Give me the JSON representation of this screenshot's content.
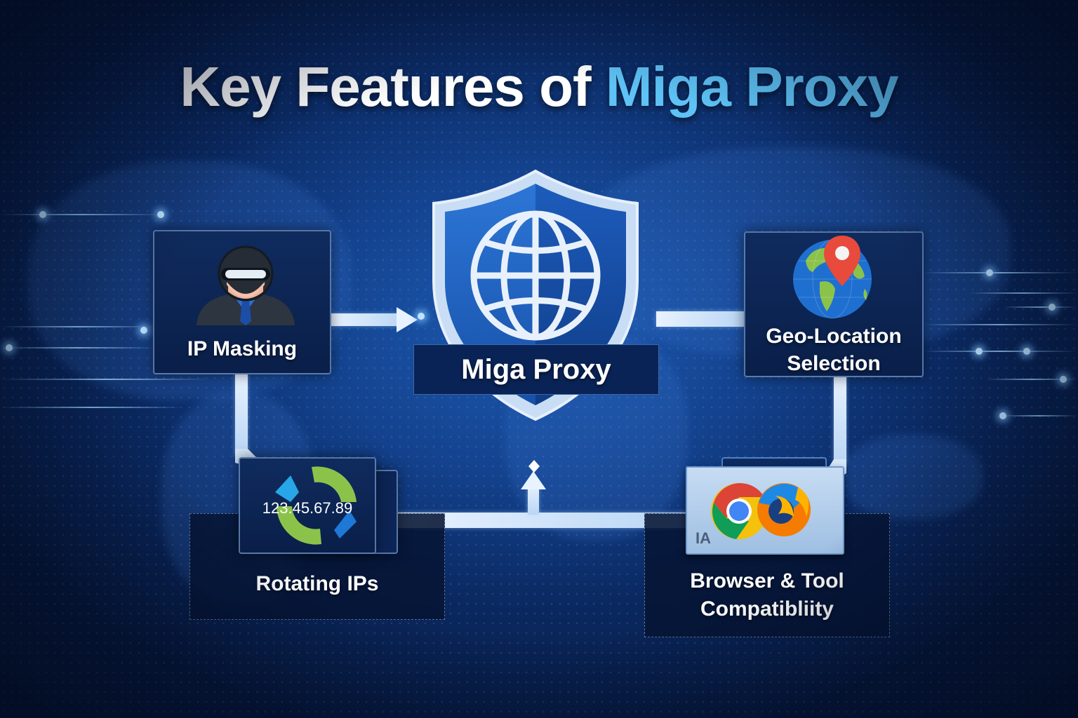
{
  "title": {
    "prefix": "Key Features of ",
    "accent": "Miga Proxy",
    "accent_color": "#5ec2f5"
  },
  "center": {
    "label": "Miga Proxy",
    "icon": "shield-globe-icon"
  },
  "features": [
    {
      "id": "ip-masking",
      "label": "IP Masking",
      "icon": "masked-person-icon"
    },
    {
      "id": "geo-location",
      "label_line1": "Geo-Location",
      "label_line2": "Selection",
      "icon": "globe-location-pin-icon"
    },
    {
      "id": "rotating-ips",
      "label": "Rotating IPs",
      "icon": "rotating-arrows-icon",
      "ip_address": "123.45.67.89"
    },
    {
      "id": "browser-compat",
      "label_line1": "Browser & Tool",
      "label_line2": "Compatibliity",
      "icon": "browser-logos-icon",
      "browser_glyph": "IA"
    }
  ],
  "colors": {
    "background_dark": "#06183d",
    "background_mid": "#14438f",
    "card_bg": "#0a1f49",
    "connector": "#e9f3ff"
  }
}
